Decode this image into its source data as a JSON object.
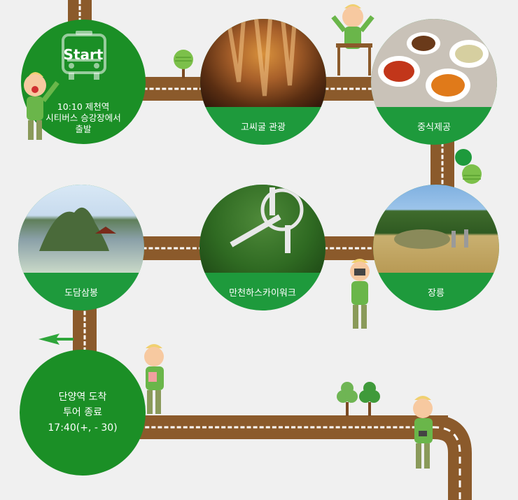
{
  "start": {
    "badge": "Start",
    "line1": "10:10 제천역",
    "line2": "시티버스 승강장에서",
    "line3": "출발"
  },
  "stops": [
    {
      "label": "고씨굴 관광"
    },
    {
      "label": "중식제공"
    },
    {
      "label": "장릉"
    },
    {
      "label": "만천하스카이워크"
    },
    {
      "label": "도담삼봉"
    }
  ],
  "end": {
    "line1": "단양역 도착",
    "line2": "투어 종료",
    "line3": "17:40(+, - 30)"
  },
  "colors": {
    "road": "#8b5a2b",
    "green": "#1e9a3c",
    "start_green": "#1b8f26",
    "background": "#f0f0f0"
  }
}
